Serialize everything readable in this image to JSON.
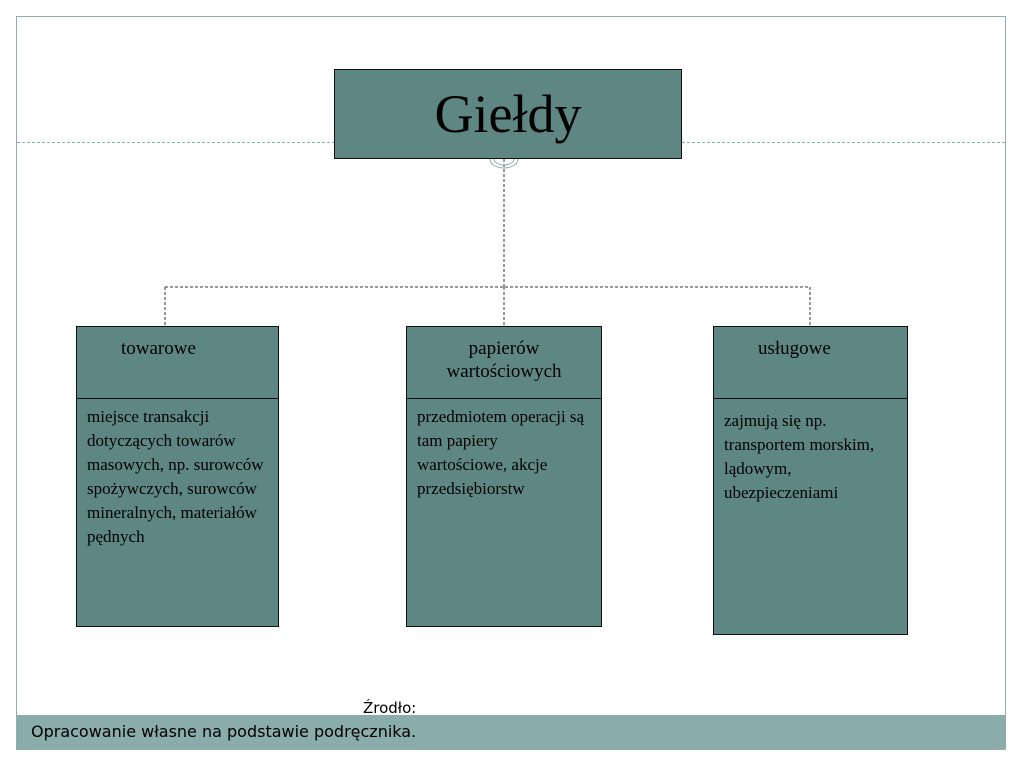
{
  "diagram": {
    "title": "Giełdy",
    "nodes": [
      {
        "heading": "towarowe",
        "body": "miejsce transakcji dotyczących towarów masowych, np. surowców spożywczych, surowców mineralnych, materiałów pędnych"
      },
      {
        "heading": "papierów wartościowych",
        "body": "przedmiotem operacji są tam papiery wartościowe, akcje przedsiębiorstw"
      },
      {
        "heading": "usługowe",
        "body": "zajmują się np. transportem morskim, lądowym, ubezpieczeniami"
      }
    ]
  },
  "source": {
    "label": "Źrodło:",
    "text": "Opracowanie własne na podstawie podręcznika."
  },
  "colors": {
    "node_fill": "#5e8784",
    "source_bar": "#8aacaa",
    "frame": "#8fb0ad"
  }
}
